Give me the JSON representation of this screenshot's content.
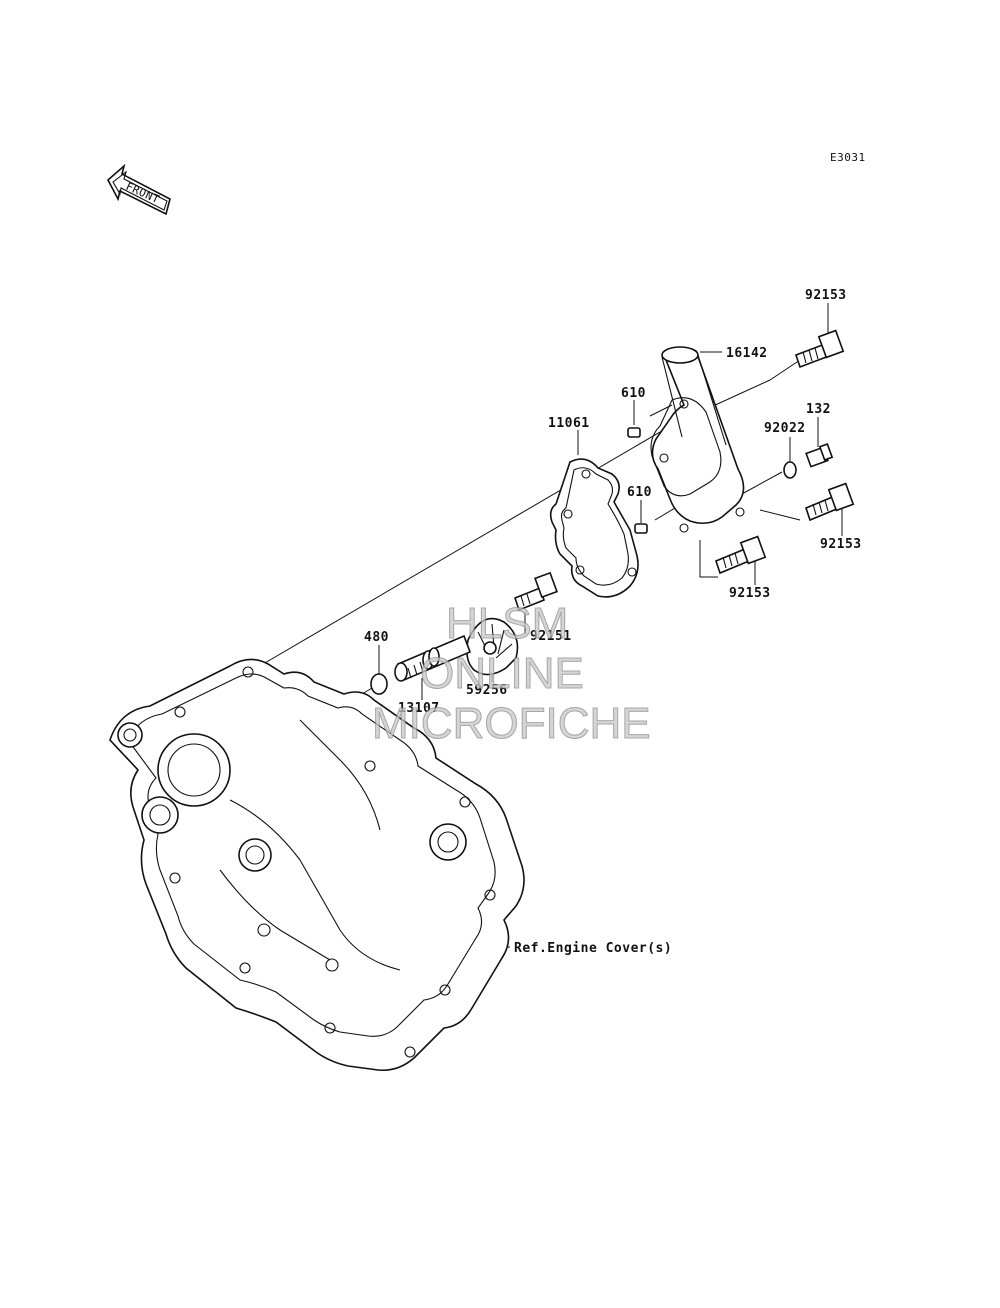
{
  "diagram_code": "E3031",
  "front_marker": "FRONT",
  "watermark": {
    "line1": "HLSM",
    "line2": "ONLINE",
    "line3": "MICROFICHE"
  },
  "labels": {
    "p92153_top": "92153",
    "p16142": "16142",
    "p610_upper": "610",
    "p11061": "11061",
    "p92022": "92022",
    "p132": "132",
    "p610_lower": "610",
    "p92153_right": "92153",
    "p92153_lower": "92153",
    "p92151": "92151",
    "p480": "480",
    "p59256": "59256",
    "p13107": "13107",
    "ref_engine_cover": "Ref.Engine Cover(s)"
  }
}
